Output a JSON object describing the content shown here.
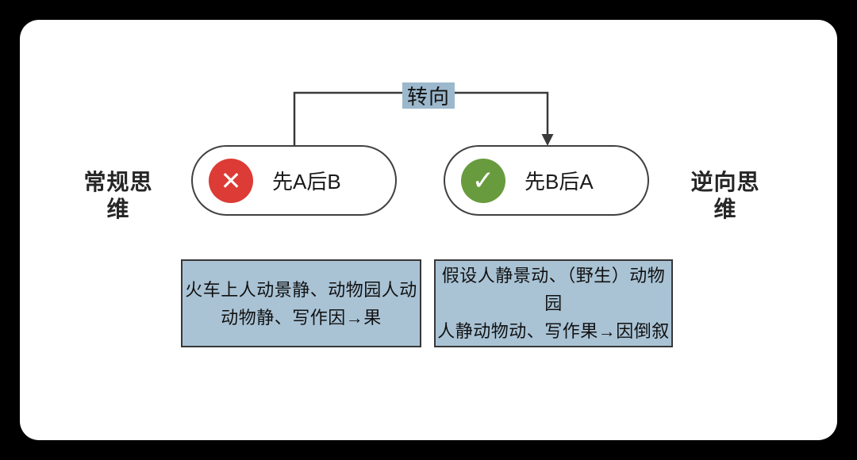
{
  "diagram": {
    "transition_label": "转向",
    "left": {
      "side_label": "常规思维",
      "pill_text": "先A后B",
      "icon_glyph": "✕",
      "icon_name": "x-circle-icon",
      "detail_lines": [
        "火车上人动景静、动物园人动",
        "动物静、写作因→果"
      ]
    },
    "right": {
      "side_label": "逆向思维",
      "pill_text": "先B后A",
      "icon_glyph": "✓",
      "icon_name": "check-circle-icon",
      "detail_lines": [
        "假设人静景动、（野生）动物园",
        "人静动物动、写作果→因倒叙"
      ]
    },
    "colors": {
      "highlight_blue": "#9cb8cc",
      "detail_box_blue": "#a9c3d5",
      "error_red": "#dd3b35",
      "success_green": "#689b3e",
      "connector_line": "#3a3a3a",
      "canvas_background": "#ffffff",
      "frame_background": "#000000"
    }
  }
}
